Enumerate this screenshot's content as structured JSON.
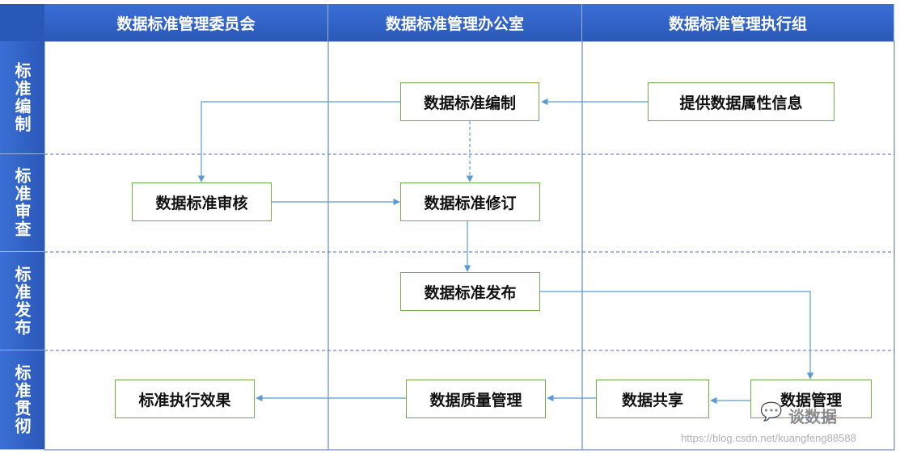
{
  "columns": [
    "数据标准管理委员会",
    "数据标准管理办公室",
    "数据标准管理执行组"
  ],
  "rows": [
    "标准编制",
    "标准审查",
    "标准发布",
    "标准贯彻"
  ],
  "nodes": {
    "provide_attr": "提供数据属性信息",
    "std_compile": "数据标准编制",
    "std_review": "数据标准审核",
    "std_revise": "数据标准修订",
    "std_publish": "数据标准发布",
    "data_manage": "数据管理",
    "data_share": "数据共享",
    "quality_manage": "数据质量管理",
    "exec_effect": "标准执行效果"
  },
  "watermark": {
    "account": "谈数据",
    "url": "https://blog.csdn.net/kuangfeng88588"
  },
  "colors": {
    "header": "#2a58b8",
    "box_border": "#70ad47",
    "connector": "#5b9bd5",
    "grid_line": "#4a6fb5"
  }
}
